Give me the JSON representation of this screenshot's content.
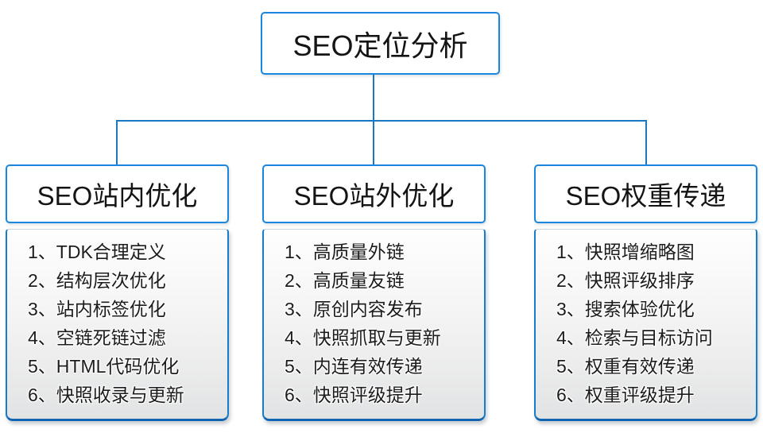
{
  "diagram": {
    "root": {
      "title": "SEO定位分析"
    },
    "branches": [
      {
        "title": "SEO站内优化",
        "items": [
          "1、TDK合理定义",
          "2、结构层次优化",
          "3、站内标签优化",
          "4、空链死链过滤",
          "5、HTML代码优化",
          "6、快照收录与更新"
        ]
      },
      {
        "title": "SEO站外优化",
        "items": [
          "1、高质量外链",
          "2、高质量友链",
          "3、原创内容发布",
          "4、快照抓取与更新",
          "5、内连有效传递",
          "6、快照评级提升"
        ]
      },
      {
        "title": "SEO权重传递",
        "items": [
          "1、快照增缩略图",
          "2、快照评级排序",
          "3、搜索体验优化",
          "4、检索与目标访问",
          "5、权重有效传递",
          "6、权重评级提升"
        ]
      }
    ],
    "colors": {
      "node_border": "#1a86de",
      "connector": "#1878c4",
      "panel_border": "#177cc9",
      "panel_border_bottom": "#0f65b2",
      "panel_gradient_end": "#e2e3e4",
      "text": "#1c1c1c"
    }
  }
}
